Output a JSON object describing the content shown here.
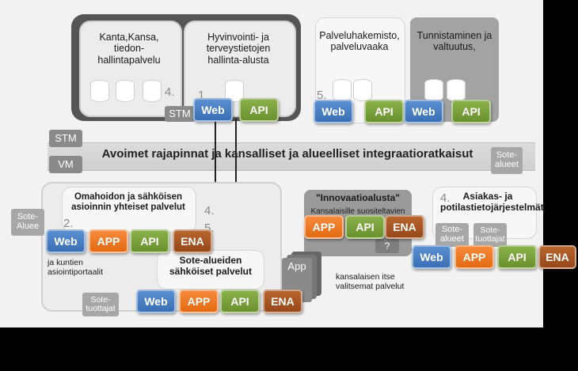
{
  "top_left_group": {
    "box1": "Kanta,Kansa, tiedon-hallintapalvelu",
    "box2": "Hyvinvointi- ja terveystietojen hallinta-alusta",
    "num_a": "4.",
    "num_b": "1",
    "stm_tag": "STM"
  },
  "top_right_group": {
    "box1": "Palveluhakemisto, palveluvaaka",
    "box2": "Tunnistaminen ja valtuutus,",
    "num": "5."
  },
  "side_tags": {
    "stm": "STM",
    "vm": "VM",
    "sote_alueet_right": "Sote-alueet",
    "sote_alueet_left": "Sote-Aluee"
  },
  "band_text": "Avoimet rajapinnat ja kansalliset ja alueelliset integraatioratkaisut",
  "bottom_left_group": {
    "title": "Omahoidon ja sähköisen asioinnin yhteiset palvelut",
    "num_2": "2.",
    "num_4": "4.",
    "num_5": "5.",
    "kunta_text": "ja kuntien asiointiportaalit",
    "sote_alueiden": "Sote-alueiden sähköiset palvelut",
    "sote_tuottajat": "Sote-tuottajat"
  },
  "innovation_group": {
    "title": "\"Innovaatioalusta\"",
    "subtitle": "Kansalaisille suositeltavien",
    "question": "?"
  },
  "app_stack": {
    "label": "App",
    "caption": "kansalaisen itse valitsemat palvelut"
  },
  "client_group": {
    "title": "Asiakas- ja potilastietojärjestelmät",
    "num": "4.",
    "sote_alueet": "Sote-alueet",
    "sote_tuottajat": "Sote-tuottajat"
  },
  "badges": {
    "web": "Web",
    "app": "APP",
    "api": "API",
    "ena": "ENA"
  },
  "colors": {
    "web": "#3a6fb4",
    "app": "#e36a12",
    "api": "#6b9130",
    "ena": "#96481a"
  }
}
